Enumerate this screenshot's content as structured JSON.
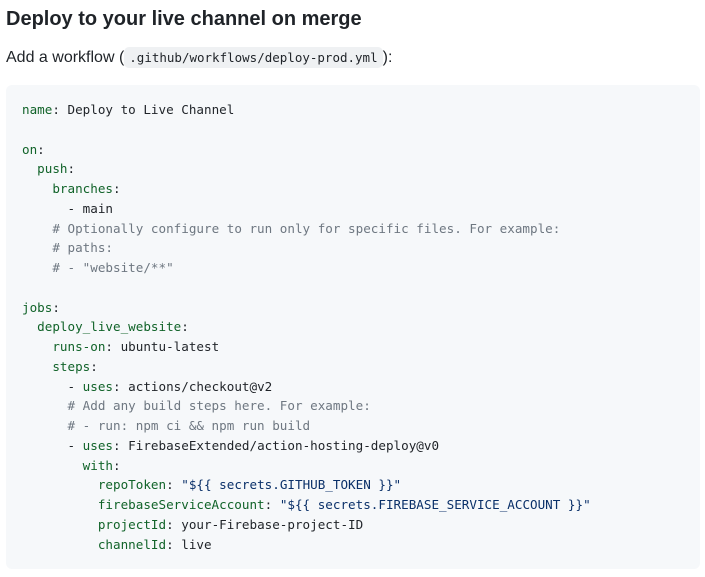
{
  "heading": "Deploy to your live channel on merge",
  "intro": {
    "before": "Add a workflow (",
    "code": ".github/workflows/deploy-prod.yml",
    "after": "):"
  },
  "code_lines": [
    [
      {
        "t": "name",
        "k": "key"
      },
      {
        "t": ": Deploy to Live Channel",
        "k": "plain"
      }
    ],
    [],
    [
      {
        "t": "on",
        "k": "key"
      },
      {
        "t": ":",
        "k": "plain"
      }
    ],
    [
      {
        "t": "  "
      },
      {
        "t": "push",
        "k": "key"
      },
      {
        "t": ":",
        "k": "plain"
      }
    ],
    [
      {
        "t": "    "
      },
      {
        "t": "branches",
        "k": "key"
      },
      {
        "t": ":",
        "k": "plain"
      }
    ],
    [
      {
        "t": "      "
      },
      {
        "t": "- main",
        "k": "plain"
      }
    ],
    [
      {
        "t": "    "
      },
      {
        "t": "# Optionally configure to run only for specific files. For example:",
        "k": "cmt"
      }
    ],
    [
      {
        "t": "    "
      },
      {
        "t": "# paths:",
        "k": "cmt"
      }
    ],
    [
      {
        "t": "    "
      },
      {
        "t": "# - \"website/**\"",
        "k": "cmt"
      }
    ],
    [],
    [
      {
        "t": "jobs",
        "k": "key"
      },
      {
        "t": ":",
        "k": "plain"
      }
    ],
    [
      {
        "t": "  "
      },
      {
        "t": "deploy_live_website",
        "k": "key"
      },
      {
        "t": ":",
        "k": "plain"
      }
    ],
    [
      {
        "t": "    "
      },
      {
        "t": "runs-on",
        "k": "key"
      },
      {
        "t": ": ubuntu-latest",
        "k": "plain"
      }
    ],
    [
      {
        "t": "    "
      },
      {
        "t": "steps",
        "k": "key"
      },
      {
        "t": ":",
        "k": "plain"
      }
    ],
    [
      {
        "t": "      "
      },
      {
        "t": "- ",
        "k": "plain"
      },
      {
        "t": "uses",
        "k": "key"
      },
      {
        "t": ": actions/checkout@v2",
        "k": "plain"
      }
    ],
    [
      {
        "t": "      "
      },
      {
        "t": "# Add any build steps here. For example:",
        "k": "cmt"
      }
    ],
    [
      {
        "t": "      "
      },
      {
        "t": "# - run: npm ci && npm run build",
        "k": "cmt"
      }
    ],
    [
      {
        "t": "      "
      },
      {
        "t": "- ",
        "k": "plain"
      },
      {
        "t": "uses",
        "k": "key"
      },
      {
        "t": ": FirebaseExtended/action-hosting-deploy@v0",
        "k": "plain"
      }
    ],
    [
      {
        "t": "        "
      },
      {
        "t": "with",
        "k": "key"
      },
      {
        "t": ":",
        "k": "plain"
      }
    ],
    [
      {
        "t": "          "
      },
      {
        "t": "repoToken",
        "k": "key"
      },
      {
        "t": ": ",
        "k": "plain"
      },
      {
        "t": "\"${{ secrets.GITHUB_TOKEN }}\"",
        "k": "str"
      }
    ],
    [
      {
        "t": "          "
      },
      {
        "t": "firebaseServiceAccount",
        "k": "key"
      },
      {
        "t": ": ",
        "k": "plain"
      },
      {
        "t": "\"${{ secrets.FIREBASE_SERVICE_ACCOUNT }}\"",
        "k": "str"
      }
    ],
    [
      {
        "t": "          "
      },
      {
        "t": "projectId",
        "k": "key"
      },
      {
        "t": ": your-Firebase-project-ID",
        "k": "plain"
      }
    ],
    [
      {
        "t": "          "
      },
      {
        "t": "channelId",
        "k": "key"
      },
      {
        "t": ": live",
        "k": "plain"
      }
    ]
  ]
}
